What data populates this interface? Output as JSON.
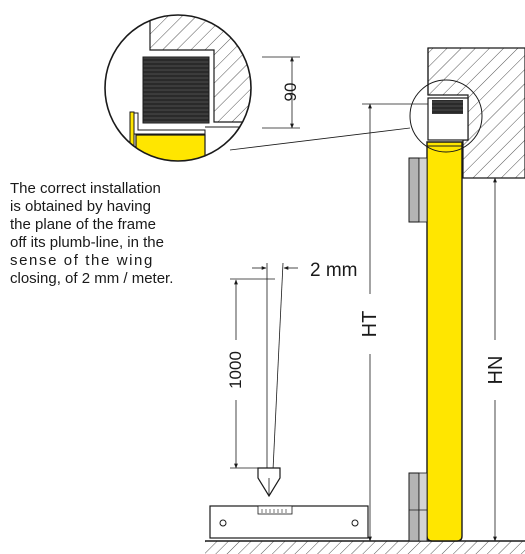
{
  "instruction": {
    "lines": [
      "The correct installation",
      "is obtained by having",
      "the plane of the frame",
      "off its plumb-line, in the",
      "sense of the wing",
      "closing, of 2 mm / meter."
    ]
  },
  "dimensions": {
    "detail_gap": "90",
    "offset": "2 mm",
    "plumb_length": "1000",
    "total_height": "HT",
    "net_height": "HN"
  },
  "colors": {
    "door_panel": "#ffe600",
    "hinge": "#b4b4b4",
    "seal": "#2a2a2a",
    "line": "#1a1a1a"
  }
}
